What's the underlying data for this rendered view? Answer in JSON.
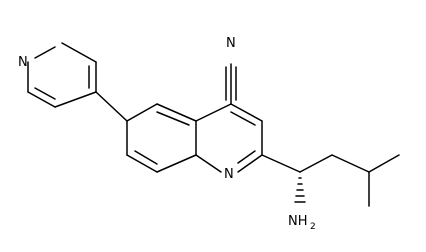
{
  "molecule": {
    "atoms": {
      "pyridine_n": "N",
      "nitrile_n": "N",
      "quinoline_n": "N",
      "amine": "NH",
      "amine_subscript": "2"
    }
  }
}
